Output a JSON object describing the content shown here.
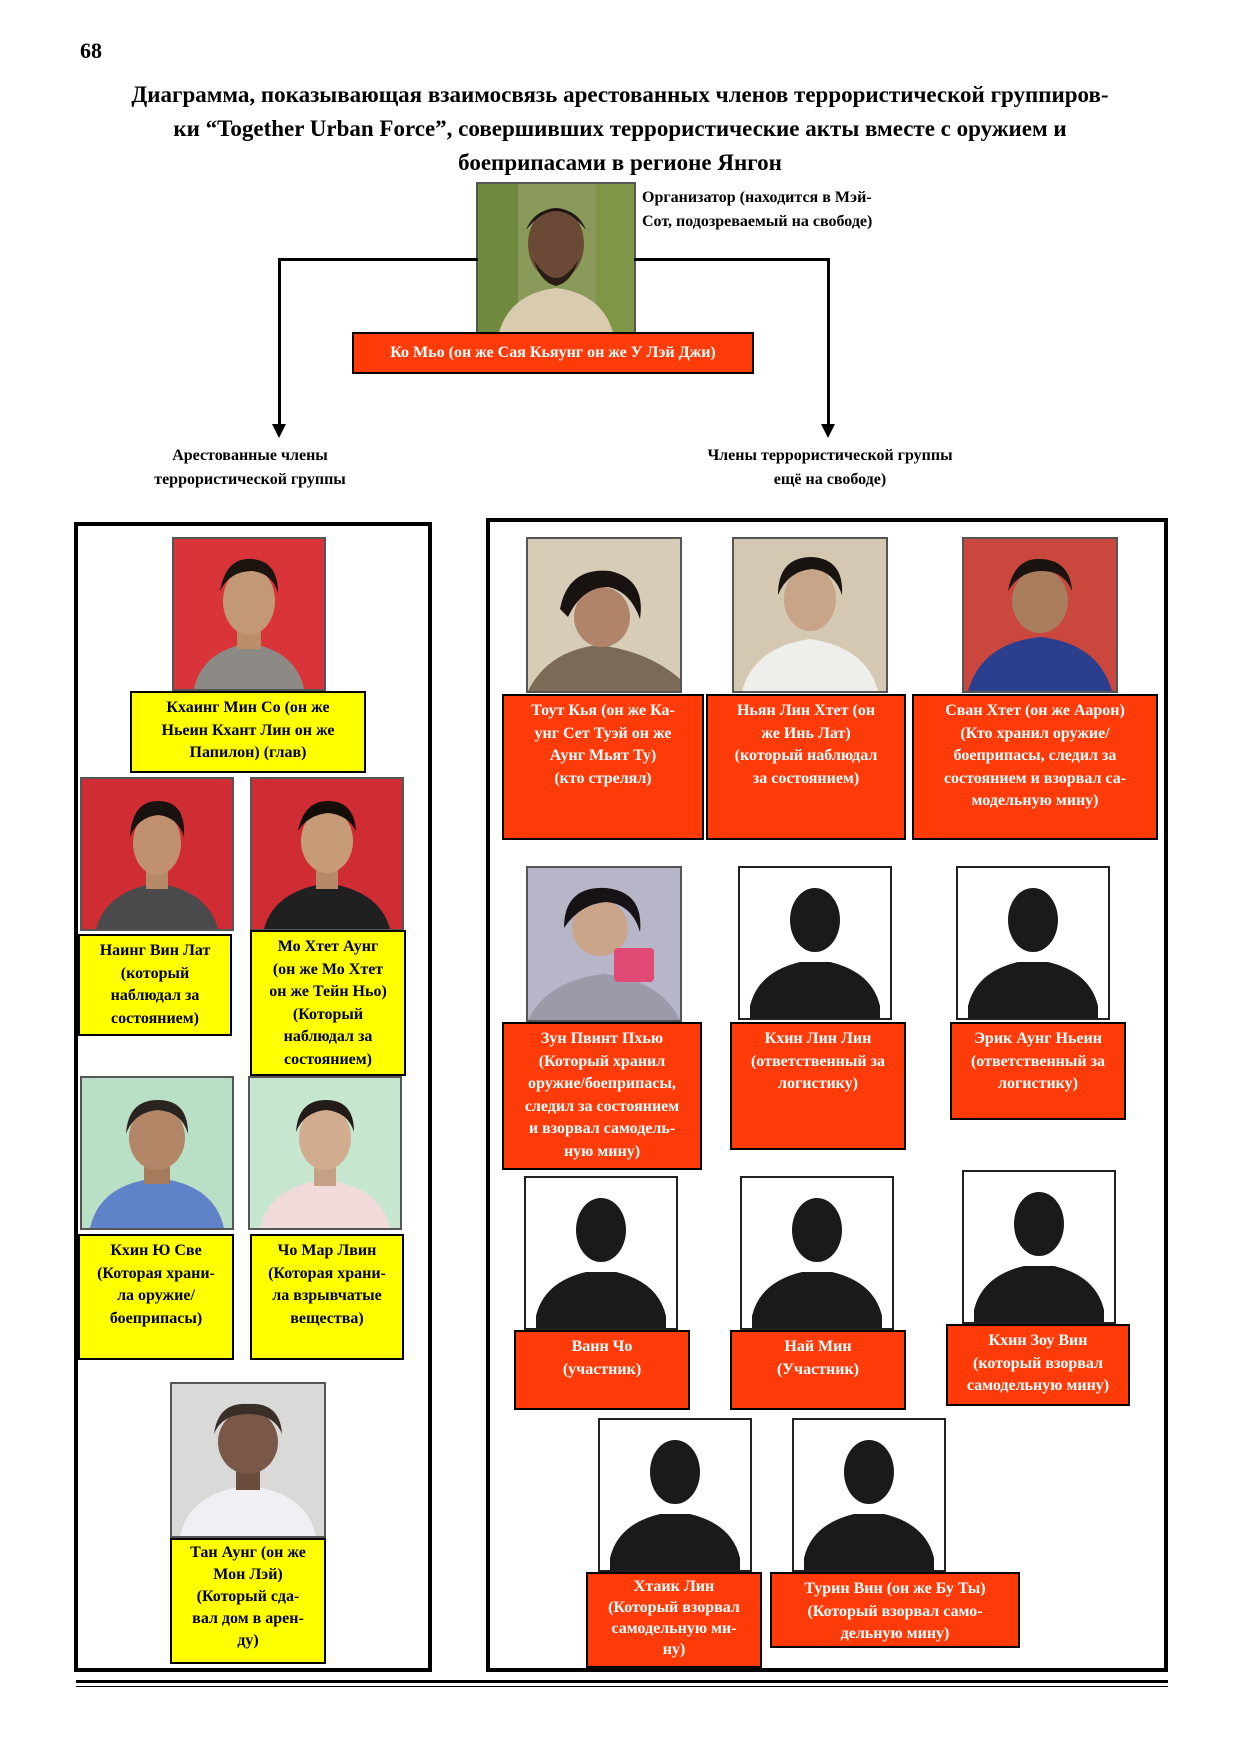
{
  "page_number": "68",
  "title": "Диаграмма, показывающая взаимосвязь арестованных членов террористической группиров-ки “Together Urban Force”, совершивших террористические акты вместе с оружием и боеприпасами в регионе Янгон",
  "title_lines": [
    "Диаграмма, показывающая взаимосвязь арестованных членов террористической группиров-",
    "ки “Together Urban Force”, совершивших террористические акты вместе с оружием и",
    "боеприпасами в регионе Янгон"
  ],
  "organizer": {
    "note_lines": [
      "Организатор (находится в Мэй-",
      "Сот, подозреваемый на свободе)"
    ],
    "name": "Ко Мьо (он же Сая Кьяунг он же У Лэй Джи)"
  },
  "arrested_heading": [
    "Арестованные члены",
    "террористической группы"
  ],
  "atlarge_heading": [
    "Члены террористической группы",
    "ещё на свободе)"
  ],
  "arrested": [
    {
      "lines": [
        "Кхаинг Мин Со (он же",
        "Ньеин Кхант Лин он же",
        "Папилон) (глав)"
      ]
    },
    {
      "lines": [
        "Наинг Вин Лат",
        "(который",
        "наблюдал за",
        "состоянием)"
      ]
    },
    {
      "lines": [
        "Мо Хтет Аунг",
        "(он же Мо Хтет",
        "он же Тейн Ньо)",
        "(Который",
        "наблюдал за",
        "состоянием)"
      ]
    },
    {
      "lines": [
        "Кхин Ю Све",
        "(Которая храни-",
        "ла оружие/",
        "боеприпасы)"
      ]
    },
    {
      "lines": [
        "Чо Мар Лвин",
        "(Которая храни-",
        "ла взрывчатые",
        "вещества)"
      ]
    },
    {
      "lines": [
        "Тан Аунг (он же",
        "Мон Лэй)",
        "(Который сда-",
        "вал дом в арен-",
        "ду)"
      ]
    }
  ],
  "at_large": [
    {
      "lines": [
        "Тоут Кья (он же Ка-",
        "унг Сет Туэй он же",
        "Аунг Мьят Ту)",
        "(кто стрелял)"
      ]
    },
    {
      "lines": [
        "Ньян Лин Хтет (он",
        "же Инь Лат)",
        "(который наблюдал",
        "за состоянием)"
      ]
    },
    {
      "lines": [
        "Сван Хтет (он же Аарон)",
        "(Кто хранил оружие/",
        "боеприпасы, следил за",
        "состоянием и взорвал са-",
        "модельную мину)"
      ]
    },
    {
      "lines": [
        "Зун Пвинт Пхью",
        "(Который хранил",
        "оружие/боеприпасы,",
        "следил за состоянием",
        "и взорвал самодель-",
        "ную мину)"
      ]
    },
    {
      "lines": [
        "Кхин Лин Лин",
        "(ответственный за",
        "логистику)"
      ]
    },
    {
      "lines": [
        "Эрик Аунг Ньеин",
        "(ответственный за",
        "логистику)"
      ]
    },
    {
      "lines": [
        "Ванн Чо",
        "(участник)"
      ]
    },
    {
      "lines": [
        "Най Мин",
        "(Участник)"
      ]
    },
    {
      "lines": [
        "Кхин Зоу Вин",
        "(который взорвал",
        "самодельную мину)"
      ]
    },
    {
      "lines": [
        "Хтаик Лин",
        "(Который взорвал",
        "самодельную ми-",
        "ну)"
      ]
    },
    {
      "lines": [
        "Турин Вин (он же Бу Ты)",
        "(Который взорвал само-",
        "дельную мину)"
      ]
    }
  ],
  "colors": {
    "arrested_label": "#ffff00",
    "at_large_label": "#ff3b0a",
    "frame": "#000000"
  }
}
